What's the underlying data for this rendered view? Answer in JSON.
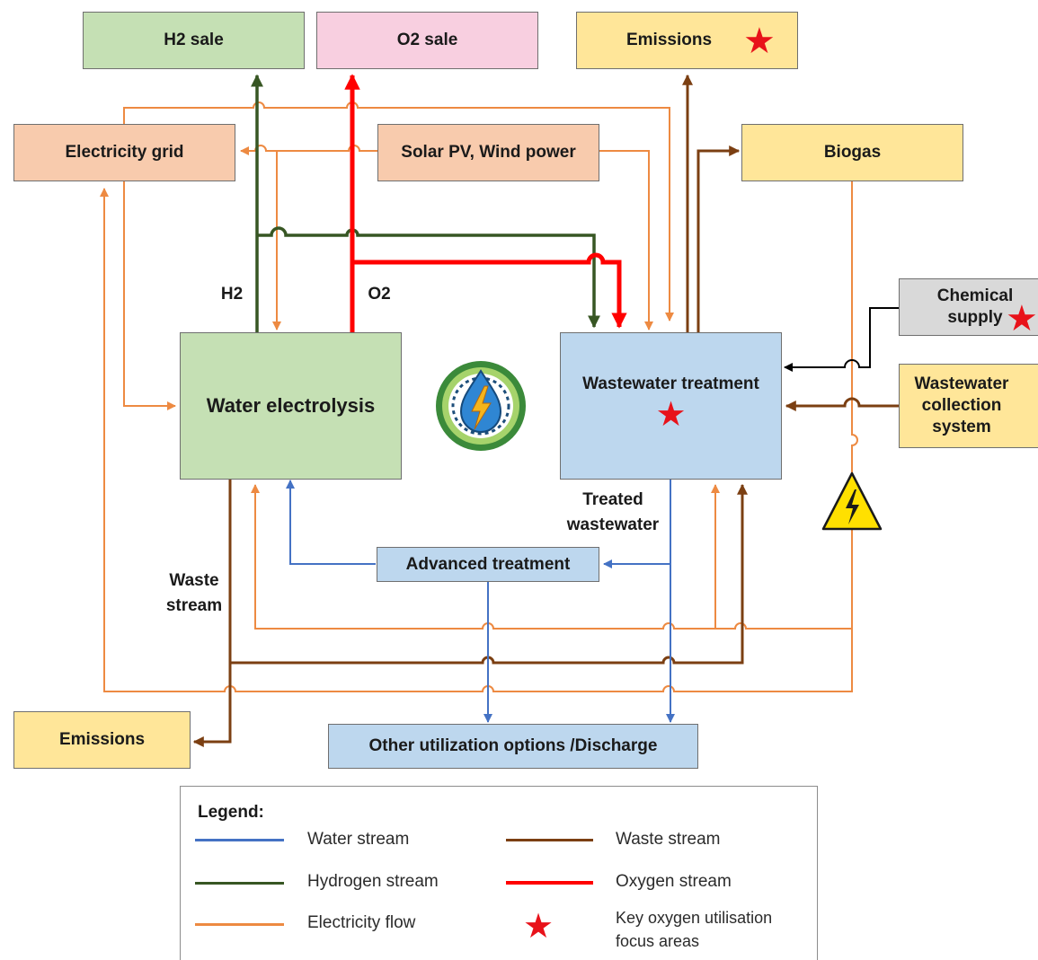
{
  "boxes": {
    "h2_sale": "H2 sale",
    "o2_sale": "O2 sale",
    "emissions_top": "Emissions",
    "electricity_grid": "Electricity grid",
    "solar_wind": "Solar PV, Wind power",
    "biogas": "Biogas",
    "chemical_supply": "Chemical supply",
    "water_electrolysis": "Water electrolysis",
    "wastewater_treatment": "Wastewater treatment",
    "wastewater_collection": "Wastewater collection system",
    "advanced_treatment": "Advanced treatment",
    "emissions_bottom": "Emissions",
    "other_utilization": "Other utilization options /Discharge"
  },
  "labels": {
    "h2": "H2",
    "o2": "O2",
    "treated_wastewater": "Treated wastewater",
    "waste_stream": "Waste stream"
  },
  "legend": {
    "title": "Legend:",
    "water": "Water stream",
    "waste": "Waste stream",
    "hydrogen": "Hydrogen stream",
    "oxygen": "Oxygen stream",
    "electricity": "Electricity flow",
    "key_focus": "Key oxygen utilisation focus areas"
  },
  "colors": {
    "water": "#4472c4",
    "waste": "#7b3f12",
    "hydrogen": "#375623",
    "oxygen": "#ff0000",
    "electricity": "#ed8a42",
    "green_box": "#c5e0b4",
    "pink_box": "#f8cfe0",
    "yellow_box": "#ffe699",
    "salmon_box": "#f8cbad",
    "blue_box": "#bdd7ee",
    "grey_box": "#d9d9d9",
    "star": "#e8121a"
  },
  "icons": [
    "water-energy-logo-icon",
    "high-voltage-warning-icon",
    "red-star-icon"
  ]
}
